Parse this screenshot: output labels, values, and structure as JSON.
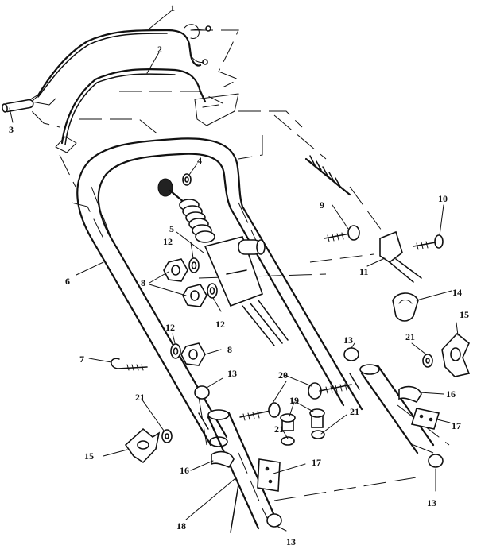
{
  "labels": [
    {
      "id": "1",
      "text": "1"
    },
    {
      "id": "2",
      "text": "2"
    },
    {
      "id": "3",
      "text": "3"
    },
    {
      "id": "4",
      "text": "4"
    },
    {
      "id": "5",
      "text": "5"
    },
    {
      "id": "6",
      "text": "6"
    },
    {
      "id": "7",
      "text": "7"
    },
    {
      "id": "8a",
      "text": "8"
    },
    {
      "id": "8b",
      "text": "8"
    },
    {
      "id": "9",
      "text": "9"
    },
    {
      "id": "10",
      "text": "10"
    },
    {
      "id": "11",
      "text": "11"
    },
    {
      "id": "12a",
      "text": "12"
    },
    {
      "id": "12b",
      "text": "12"
    },
    {
      "id": "12c",
      "text": "12"
    },
    {
      "id": "13a",
      "text": "13"
    },
    {
      "id": "13b",
      "text": "13"
    },
    {
      "id": "13c",
      "text": "13"
    },
    {
      "id": "13d",
      "text": "13"
    },
    {
      "id": "14",
      "text": "14"
    },
    {
      "id": "15a",
      "text": "15"
    },
    {
      "id": "15b",
      "text": "15"
    },
    {
      "id": "16a",
      "text": "16"
    },
    {
      "id": "16b",
      "text": "16"
    },
    {
      "id": "17a",
      "text": "17"
    },
    {
      "id": "17b",
      "text": "17"
    },
    {
      "id": "18",
      "text": "18"
    },
    {
      "id": "19",
      "text": "19"
    },
    {
      "id": "20",
      "text": "20"
    },
    {
      "id": "21a",
      "text": "21"
    },
    {
      "id": "21b",
      "text": "21"
    },
    {
      "id": "21c",
      "text": "21"
    },
    {
      "id": "21d",
      "text": "21"
    }
  ]
}
